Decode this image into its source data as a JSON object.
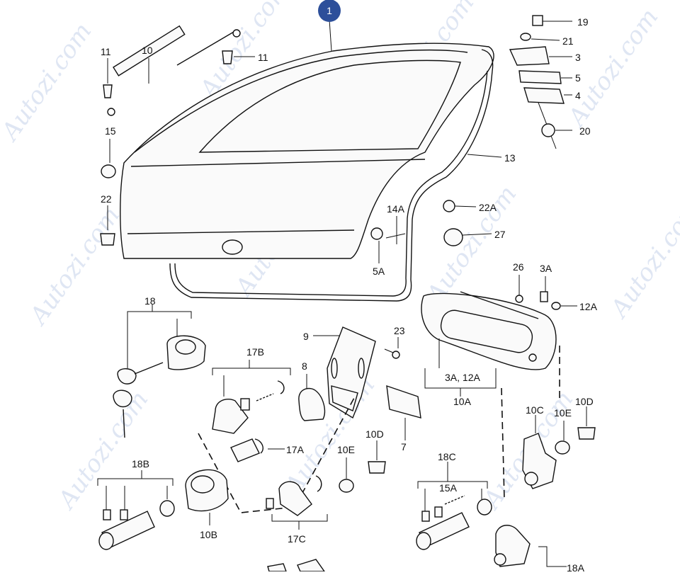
{
  "diagram": {
    "watermark": "Autozi.com",
    "callout_number": "1",
    "labels": {
      "p19": "19",
      "p21": "21",
      "p3": "3",
      "p5": "5",
      "p4": "4",
      "p20": "20",
      "p11a": "11",
      "p10": "10",
      "p11b": "11",
      "p15": "15",
      "p22": "22",
      "p13": "13",
      "p14a": "14A",
      "p22a": "22A",
      "p27": "27",
      "p5a": "5A",
      "p26": "26",
      "p3a": "3A",
      "p12a": "12A",
      "p18": "18",
      "p17b": "17B",
      "p9": "9",
      "p23": "23",
      "p8": "8",
      "p3a12a": "3A, 12A",
      "p10a": "10A",
      "p10c": "10C",
      "p10e_r": "10E",
      "p10d_r": "10D",
      "p17a": "17A",
      "p7": "7",
      "p10d_m": "10D",
      "p10e_m": "10E",
      "p18b": "18B",
      "p18c": "18C",
      "p15a": "15A",
      "p10b": "10B",
      "p17c": "17C",
      "p18a": "18A"
    }
  }
}
